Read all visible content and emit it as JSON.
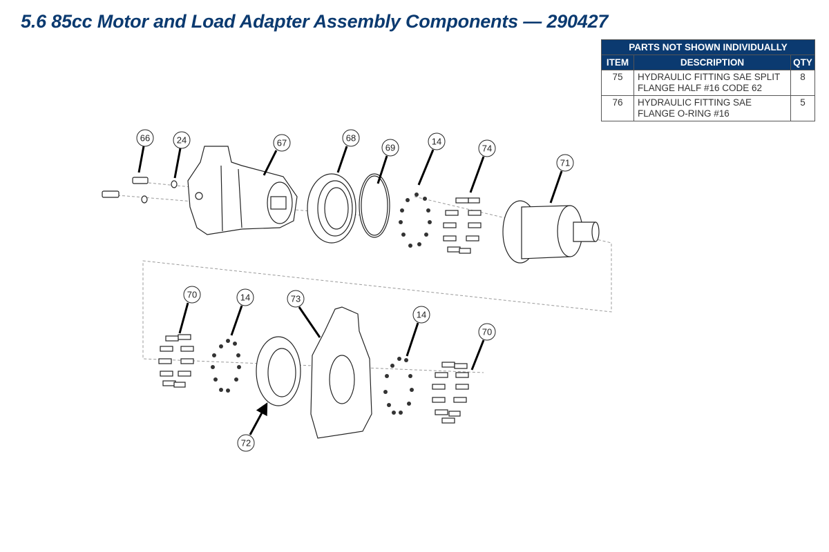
{
  "title": "5.6 85cc Motor and Load Adapter Assembly Components — 290427",
  "parts_table": {
    "caption": "PARTS NOT SHOWN INDIVIDUALLY",
    "headers": [
      "ITEM",
      "DESCRIPTION",
      "QTY"
    ],
    "rows": [
      {
        "item": "75",
        "description": "HYDRAULIC FITTING SAE SPLIT FLANGE HALF #16 CODE 62",
        "qty": "8"
      },
      {
        "item": "76",
        "description": "HYDRAULIC FITTING SAE FLANGE O-RING #16",
        "qty": "5"
      }
    ]
  },
  "callouts": [
    "66",
    "24",
    "67",
    "68",
    "69",
    "14",
    "74",
    "71",
    "70",
    "14",
    "73",
    "14",
    "70",
    "72"
  ]
}
